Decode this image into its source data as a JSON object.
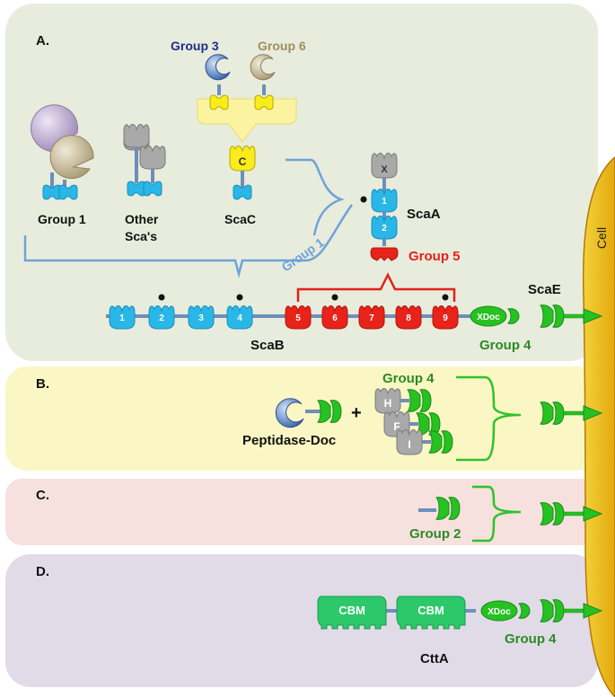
{
  "panels": {
    "a": {
      "letter": "A."
    },
    "b": {
      "letter": "B."
    },
    "c": {
      "letter": "C."
    },
    "d": {
      "letter": "D."
    }
  },
  "cell_label": "Cell",
  "labels": {
    "group1": "Group 1",
    "other_sca_line1": "Other",
    "other_sca_line2": "Sca's",
    "scac": "ScaC",
    "group3": "Group 3",
    "group6": "Group 6",
    "scaa": "ScaA",
    "group5": "Group 5",
    "group1_blue": "Group 1",
    "scab": "ScaB",
    "scae": "ScaE",
    "group4_a": "Group 4",
    "group4_b": "Group 4",
    "peptidase": "Peptidase-Doc",
    "plus": "+",
    "group2": "Group 2",
    "cbm1": "CBM",
    "cbm2": "CBM",
    "xdoc_a": "XDoc",
    "xdoc_d": "XDoc",
    "ctta": "CttA",
    "group4_d": "Group 4"
  },
  "module_letters": {
    "c": "C",
    "x": "X",
    "h": "H",
    "f": "F",
    "i": "I"
  },
  "scaa_cohesins": [
    "1",
    "2"
  ],
  "scab_cohesins": [
    "1",
    "2",
    "3",
    "4",
    "5",
    "6",
    "7",
    "8",
    "9"
  ],
  "colors": {
    "panel_a": "#e8ecdc",
    "panel_b": "#fbf7c4",
    "panel_c": "#f6e1de",
    "panel_d": "#e1dbe8",
    "cell": "#f0c020",
    "cohesin_blue": "#29b7e8",
    "cohesin_red": "#e8231a",
    "dockerin_green": "#26c222",
    "grey_module": "#a9a9a9",
    "yellow_module": "#f8ec1a",
    "linker": "#6d8fb8",
    "label_blue_dark": "#1f2d8a",
    "label_tan": "#a08d5c",
    "label_light_blue": "#6ea3d8",
    "label_red": "#e32119",
    "label_green": "#2c8a26"
  }
}
